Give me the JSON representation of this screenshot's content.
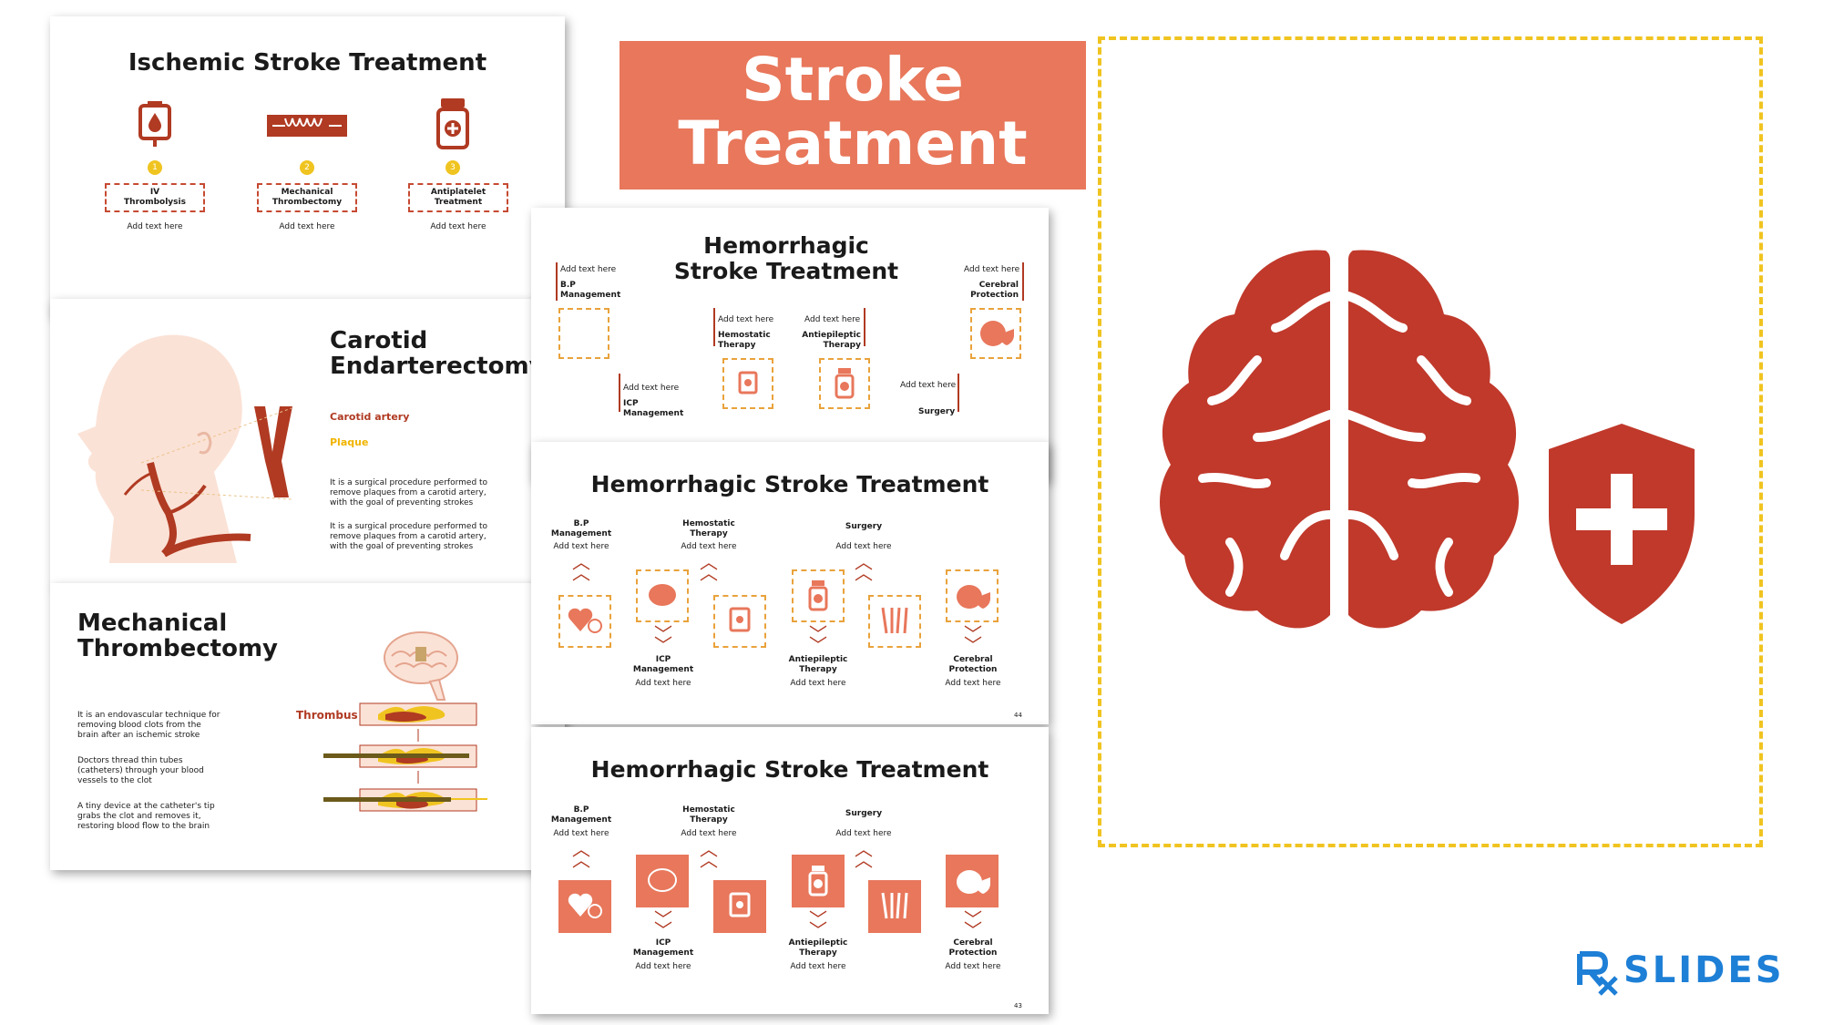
{
  "colors": {
    "accent": "#e8775b",
    "dark_red": "#b03a22",
    "gold": "#f0c420",
    "brand_blue": "#1e7fd6"
  },
  "slide1": {
    "title": "Ischemic Stroke Treatment",
    "steps": [
      {
        "num": "1",
        "label_line1": "IV",
        "label_line2": "Thrombolysis",
        "note": "Add text here",
        "icon": "iv-bag-icon"
      },
      {
        "num": "2",
        "label_line1": "Mechanical",
        "label_line2": "Thrombectomy",
        "note": "Add text here",
        "icon": "stent-icon"
      },
      {
        "num": "3",
        "label_line1": "Antiplatelet",
        "label_line2": "Treatment",
        "note": "Add text here",
        "icon": "pill-bottle-icon"
      }
    ]
  },
  "slide2": {
    "title_line1": "Carotid",
    "title_line2": "Endarterectomy",
    "label_artery": "Carotid artery",
    "label_plaque": "Plaque",
    "para1_l1": "It is a surgical procedure performed to",
    "para1_l2": "remove plaques from a carotid artery,",
    "para1_l3": "with the goal of preventing strokes",
    "para2_l1": "It is a surgical procedure performed to",
    "para2_l2": "remove plaques from a carotid artery,",
    "para2_l3": "with the goal of preventing strokes"
  },
  "slide3": {
    "title_line1": "Mechanical",
    "title_line2": "Thrombectomy",
    "label_thrombus": "Thrombus",
    "p1_l1": "It is an endovascular technique for",
    "p1_l2": "removing blood clots from the",
    "p1_l3": "brain after an ischemic stroke",
    "p2_l1": "Doctors thread thin tubes",
    "p2_l2": "(catheters) through your blood",
    "p2_l3": "vessels to the clot",
    "p3_l1": "A tiny device at the catheter's tip",
    "p3_l2": "grabs the clot and removes it,",
    "p3_l3": "restoring blood flow to the brain"
  },
  "slide4": {
    "title_line1": "Hemorrhagic",
    "title_line2": "Stroke Treatment",
    "add": "Add text here",
    "bp_l1": "B.P",
    "bp_l2": "Management",
    "cp_l1": "Cerebral",
    "cp_l2": "Protection",
    "hemo_l1": "Hemostatic",
    "hemo_l2": "Therapy",
    "anti_l1": "Antiepileptic",
    "anti_l2": "Therapy",
    "icp_l1": "ICP",
    "icp_l2": "Management",
    "surgery": "Surgery"
  },
  "slide5": {
    "title": "Hemorrhagic Stroke Treatment",
    "add": "Add text here",
    "page": "44",
    "bp_l1": "B.P",
    "bp_l2": "Management",
    "hemo_l1": "Hemostatic",
    "hemo_l2": "Therapy",
    "surgery": "Surgery",
    "icp_l1": "ICP",
    "icp_l2": "Management",
    "anti_l1": "Antiepileptic",
    "anti_l2": "Therapy",
    "cp_l1": "Cerebral",
    "cp_l2": "Protection"
  },
  "slide6": {
    "title": "Hemorrhagic Stroke Treatment",
    "add": "Add text here",
    "page": "43",
    "bp_l1": "B.P",
    "bp_l2": "Management",
    "hemo_l1": "Hemostatic",
    "hemo_l2": "Therapy",
    "surgery": "Surgery",
    "icp_l1": "ICP",
    "icp_l2": "Management",
    "anti_l1": "Antiepileptic",
    "anti_l2": "Therapy",
    "cp_l1": "Cerebral",
    "cp_l2": "Protection"
  },
  "banner": {
    "line1": "Stroke",
    "line2": "Treatment"
  },
  "hero": {
    "icon": "brain-shield-icon"
  },
  "brand": {
    "logo": "RX SLIDES"
  }
}
